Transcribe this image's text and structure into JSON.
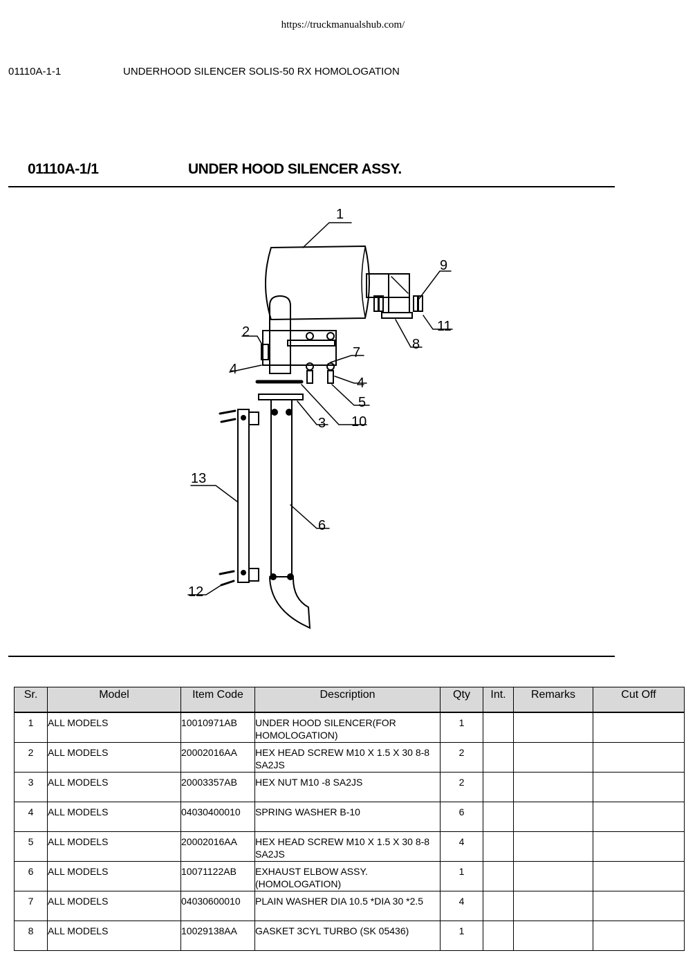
{
  "header": {
    "url": "https://truckmanualshub.com/",
    "doc_code": "01110A-1-1",
    "doc_title": "UNDERHOOD SILENCER SOLIS-50 RX HOMOLOGATION"
  },
  "figure": {
    "code": "01110A-1/1",
    "title": "UNDER HOOD SILENCER ASSY.",
    "callouts": [
      "1",
      "2",
      "3",
      "4",
      "4",
      "5",
      "6",
      "7",
      "8",
      "9",
      "10",
      "11",
      "12",
      "13"
    ]
  },
  "table": {
    "columns": [
      "Sr.",
      "Model",
      "Item Code",
      "Description",
      "Qty",
      "Int.",
      "Remarks",
      "Cut Off"
    ],
    "rows": [
      {
        "sr": "1",
        "model": "ALL MODELS",
        "code": "10010971AB",
        "desc": "UNDER HOOD SILENCER(FOR HOMOLOGATION)",
        "qty": "1",
        "int": "",
        "remarks": "",
        "cutoff": ""
      },
      {
        "sr": "2",
        "model": "ALL MODELS",
        "code": "20002016AA",
        "desc": "HEX HEAD SCREW M10 X 1.5 X 30 8-8 SA2JS",
        "qty": "2",
        "int": "",
        "remarks": "",
        "cutoff": ""
      },
      {
        "sr": "3",
        "model": "ALL MODELS",
        "code": "20003357AB",
        "desc": "HEX NUT M10 -8 SA2JS",
        "qty": "2",
        "int": "",
        "remarks": "",
        "cutoff": ""
      },
      {
        "sr": "4",
        "model": "ALL MODELS",
        "code": "04030400010",
        "desc": "SPRING WASHER B-10",
        "qty": "6",
        "int": "",
        "remarks": "",
        "cutoff": ""
      },
      {
        "sr": "5",
        "model": "ALL MODELS",
        "code": "20002016AA",
        "desc": "HEX HEAD SCREW  M10 X 1.5 X 30 8-8 SA2JS",
        "qty": "4",
        "int": "",
        "remarks": "",
        "cutoff": ""
      },
      {
        "sr": "6",
        "model": "ALL MODELS",
        "code": "10071122AB",
        "desc": "EXHAUST ELBOW ASSY. (HOMOLOGATION)",
        "qty": "1",
        "int": "",
        "remarks": "",
        "cutoff": ""
      },
      {
        "sr": "7",
        "model": "ALL MODELS",
        "code": "04030600010",
        "desc": "PLAIN WASHER  DIA 10.5 *DIA 30 *2.5",
        "qty": "4",
        "int": "",
        "remarks": "",
        "cutoff": ""
      },
      {
        "sr": "8",
        "model": "ALL MODELS",
        "code": "10029138AA",
        "desc": "GASKET 3CYL TURBO (SK 05436)",
        "qty": "1",
        "int": "",
        "remarks": "",
        "cutoff": ""
      }
    ]
  }
}
